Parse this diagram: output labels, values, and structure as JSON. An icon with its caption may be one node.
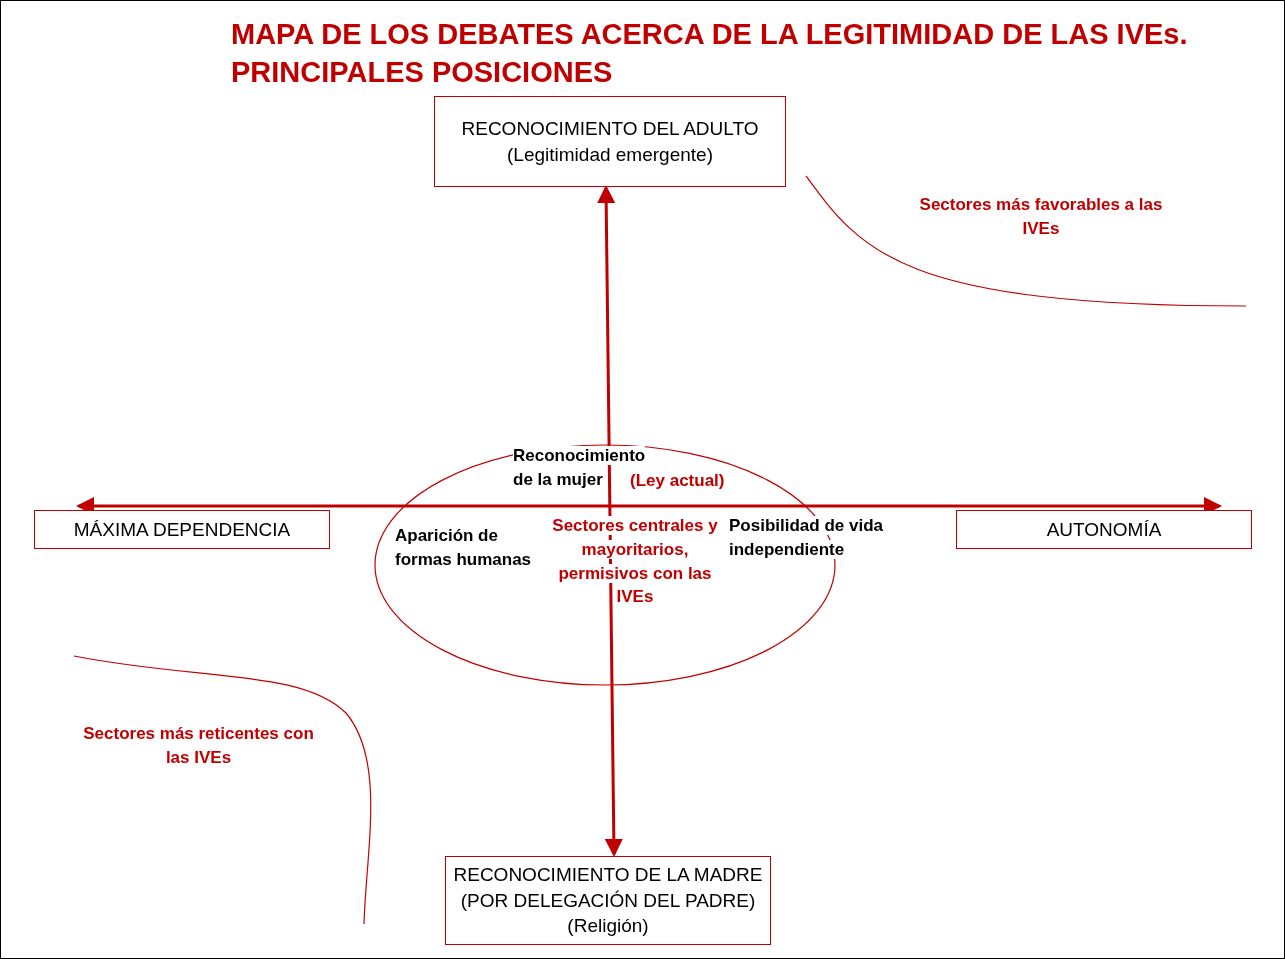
{
  "diagram": {
    "title": "MAPA DE LOS DEBATES ACERCA DE LA LEGITIMIDAD DE LAS IVEs. PRINCIPALES POSICIONES",
    "nodes": [
      {
        "text": [
          "RECONOCIMIENTO DEL ADULTO",
          "(Legitimidad emergente)"
        ]
      },
      {
        "text": [
          "MÁXIMA DEPENDENCIA"
        ]
      },
      {
        "text": [
          "AUTONOMÍA"
        ]
      },
      {
        "text": [
          "RECONOCIMIENTO DE LA MADRE (POR DELEGACIÓN DEL PADRE) (Religión)"
        ]
      }
    ],
    "edges": [
      {
        "from": 0,
        "to": 3,
        "arrow": "both"
      },
      {
        "from": 1,
        "to": 2,
        "arrow": "both"
      }
    ],
    "labels": [
      "Sectores más favorables a las IVEs",
      "Reconocimiento de la mujer",
      "(Ley actual)",
      "Aparición de formas humanas",
      "Sectores centrales y mayoritarios, permisivos con las IVEs",
      "Posibilidad de vida independiente",
      "Sectores más reticentes con las IVEs"
    ]
  }
}
